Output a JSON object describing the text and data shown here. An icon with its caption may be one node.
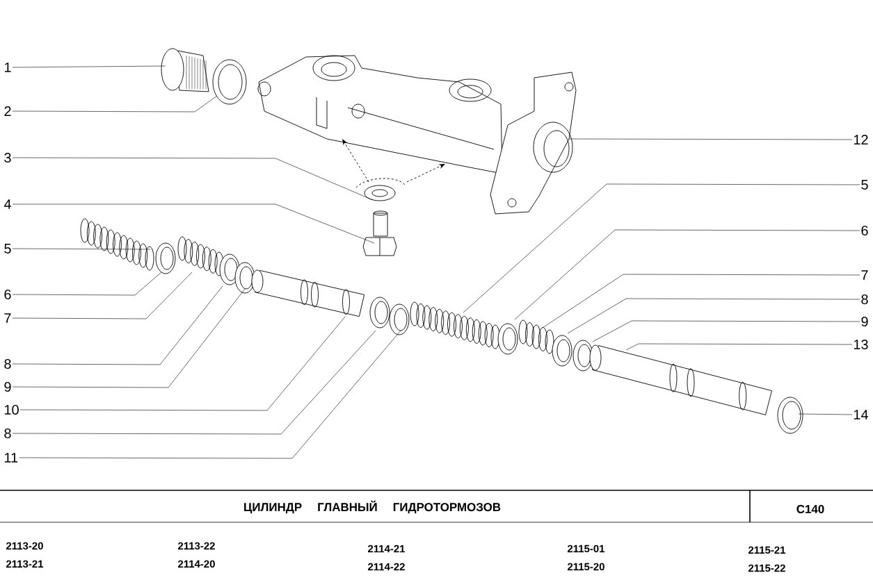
{
  "diagram": {
    "title": "ЦИЛИНДР ГЛАВНЫЙ ГИДРОТОРМОЗОВ",
    "nodes": [
      {
        "text": [
          "1"
        ]
      },
      {
        "text": [
          "2"
        ]
      },
      {
        "text": [
          "3"
        ]
      },
      {
        "text": [
          "4"
        ]
      },
      {
        "text": [
          "5"
        ]
      },
      {
        "text": [
          "6"
        ]
      },
      {
        "text": [
          "7"
        ]
      },
      {
        "text": [
          "8"
        ]
      },
      {
        "text": [
          "9"
        ]
      },
      {
        "text": [
          "10"
        ]
      },
      {
        "text": [
          "8"
        ]
      },
      {
        "text": [
          "11"
        ]
      },
      {
        "text": [
          "12"
        ]
      },
      {
        "text": [
          "5"
        ]
      },
      {
        "text": [
          "6"
        ]
      },
      {
        "text": [
          "7"
        ]
      },
      {
        "text": [
          "8"
        ]
      },
      {
        "text": [
          "9"
        ]
      },
      {
        "text": [
          "13"
        ]
      },
      {
        "text": [
          "14"
        ]
      }
    ],
    "edges": [
      {
        "from": 0,
        "to": null,
        "arrow": "none"
      },
      {
        "from": 1,
        "to": null,
        "arrow": "none"
      },
      {
        "from": 2,
        "to": null,
        "arrow": "none"
      },
      {
        "from": 3,
        "to": null,
        "arrow": "none"
      },
      {
        "from": 4,
        "to": null,
        "arrow": "none"
      },
      {
        "from": 5,
        "to": null,
        "arrow": "none"
      },
      {
        "from": 6,
        "to": null,
        "arrow": "none"
      },
      {
        "from": 7,
        "to": null,
        "arrow": "none"
      },
      {
        "from": 8,
        "to": null,
        "arrow": "none"
      },
      {
        "from": 9,
        "to": null,
        "arrow": "none"
      },
      {
        "from": 10,
        "to": null,
        "arrow": "none"
      },
      {
        "from": 11,
        "to": null,
        "arrow": "none"
      },
      {
        "from": 12,
        "to": null,
        "arrow": "none"
      },
      {
        "from": 13,
        "to": null,
        "arrow": "none"
      },
      {
        "from": 14,
        "to": null,
        "arrow": "none"
      },
      {
        "from": 15,
        "to": null,
        "arrow": "none"
      },
      {
        "from": 16,
        "to": null,
        "arrow": "none"
      },
      {
        "from": 17,
        "to": null,
        "arrow": "none"
      },
      {
        "from": 18,
        "to": null,
        "arrow": "none"
      },
      {
        "from": 19,
        "to": null,
        "arrow": "none"
      }
    ],
    "labels": [
      "С140",
      "2113-20",
      "2113-22",
      "2114-21",
      "2115-01",
      "2115-21",
      "2113-21",
      "2114-20",
      "2114-22",
      "2115-20",
      "2115-22"
    ]
  }
}
